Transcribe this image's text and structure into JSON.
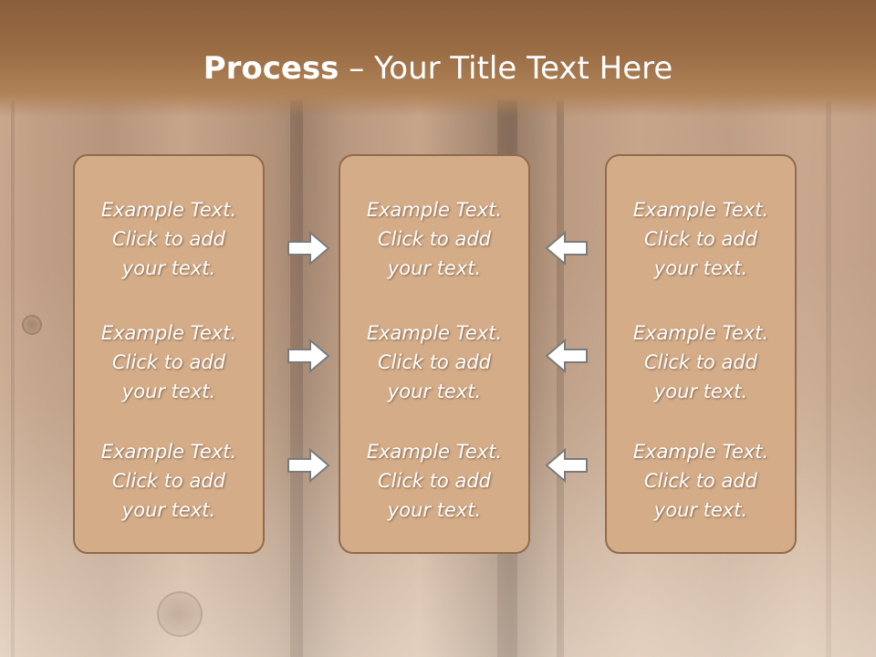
{
  "slide": {
    "title_bold": "Process",
    "title_rest": " – Your Title Text Here"
  },
  "columns": [
    {
      "items": [
        [
          "Example Text.",
          "Click  to add",
          "your text."
        ],
        [
          "Example Text.",
          "Click  to add",
          "your text."
        ],
        [
          "Example Text.",
          "Click  to add",
          "your text."
        ]
      ]
    },
    {
      "items": [
        [
          "Example Text.",
          "Click  to add",
          "your text."
        ],
        [
          "Example Text.",
          "Click  to add",
          "your text."
        ],
        [
          "Example Text.",
          "Click  to add",
          "your text."
        ]
      ]
    },
    {
      "items": [
        [
          "Example Text.",
          "Click  to add",
          "your text."
        ],
        [
          "Example Text.",
          "Click  to add",
          "your text."
        ],
        [
          "Example Text.",
          "Click  to add",
          "your text."
        ]
      ]
    }
  ],
  "arrows": {
    "left_group": [
      "right-arrow-icon",
      "right-arrow-icon",
      "right-arrow-icon"
    ],
    "right_group": [
      "left-arrow-icon",
      "left-arrow-icon",
      "left-arrow-icon"
    ]
  },
  "colors": {
    "title_band": "#9b6d45",
    "box_fill": "#d4ad88",
    "box_border": "#8f6b4f",
    "text": "#ffffff"
  }
}
